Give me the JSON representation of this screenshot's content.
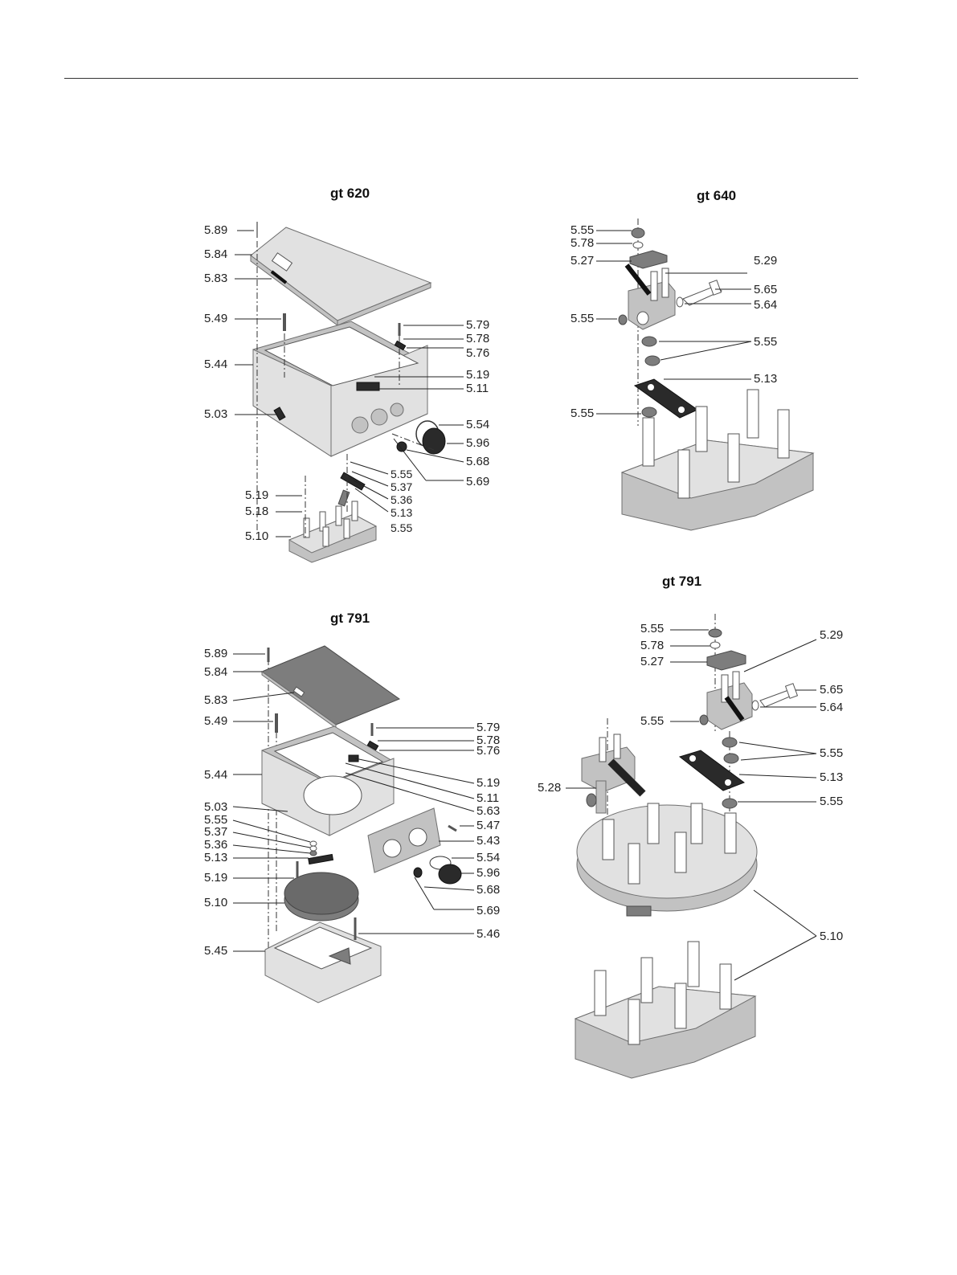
{
  "diagrams": [
    {
      "title": "gt 620",
      "labels": [
        "5.89",
        "5.84",
        "5.83",
        "5.49",
        "5.44",
        "5.03",
        "5.19",
        "5.18",
        "5.10",
        "5.79",
        "5.78",
        "5.76",
        "5.19",
        "5.11",
        "5.54",
        "5.96",
        "5.68",
        "5.69",
        "5.55",
        "5.37",
        "5.36",
        "5.13",
        "5.55"
      ]
    },
    {
      "title": "gt 640",
      "labels": [
        "5.55",
        "5.78",
        "5.27",
        "5.55",
        "5.55",
        "5.29",
        "5.65",
        "5.64",
        "5.55",
        "5.13"
      ]
    },
    {
      "title": "gt 791",
      "labels": [
        "5.89",
        "5.84",
        "5.83",
        "5.49",
        "5.44",
        "5.03",
        "5.55",
        "5.37",
        "5.36",
        "5.13",
        "5.19",
        "5.10",
        "5.45",
        "5.79",
        "5.78",
        "5.76",
        "5.19",
        "5.11",
        "5.63",
        "5.47",
        "5.43",
        "5.54",
        "5.96",
        "5.68",
        "5.69",
        "5.46"
      ]
    },
    {
      "title": "gt 791",
      "labels": [
        "5.55",
        "5.78",
        "5.27",
        "5.55",
        "5.28",
        "5.29",
        "5.65",
        "5.64",
        "5.55",
        "5.13",
        "5.55",
        "5.10"
      ]
    }
  ]
}
